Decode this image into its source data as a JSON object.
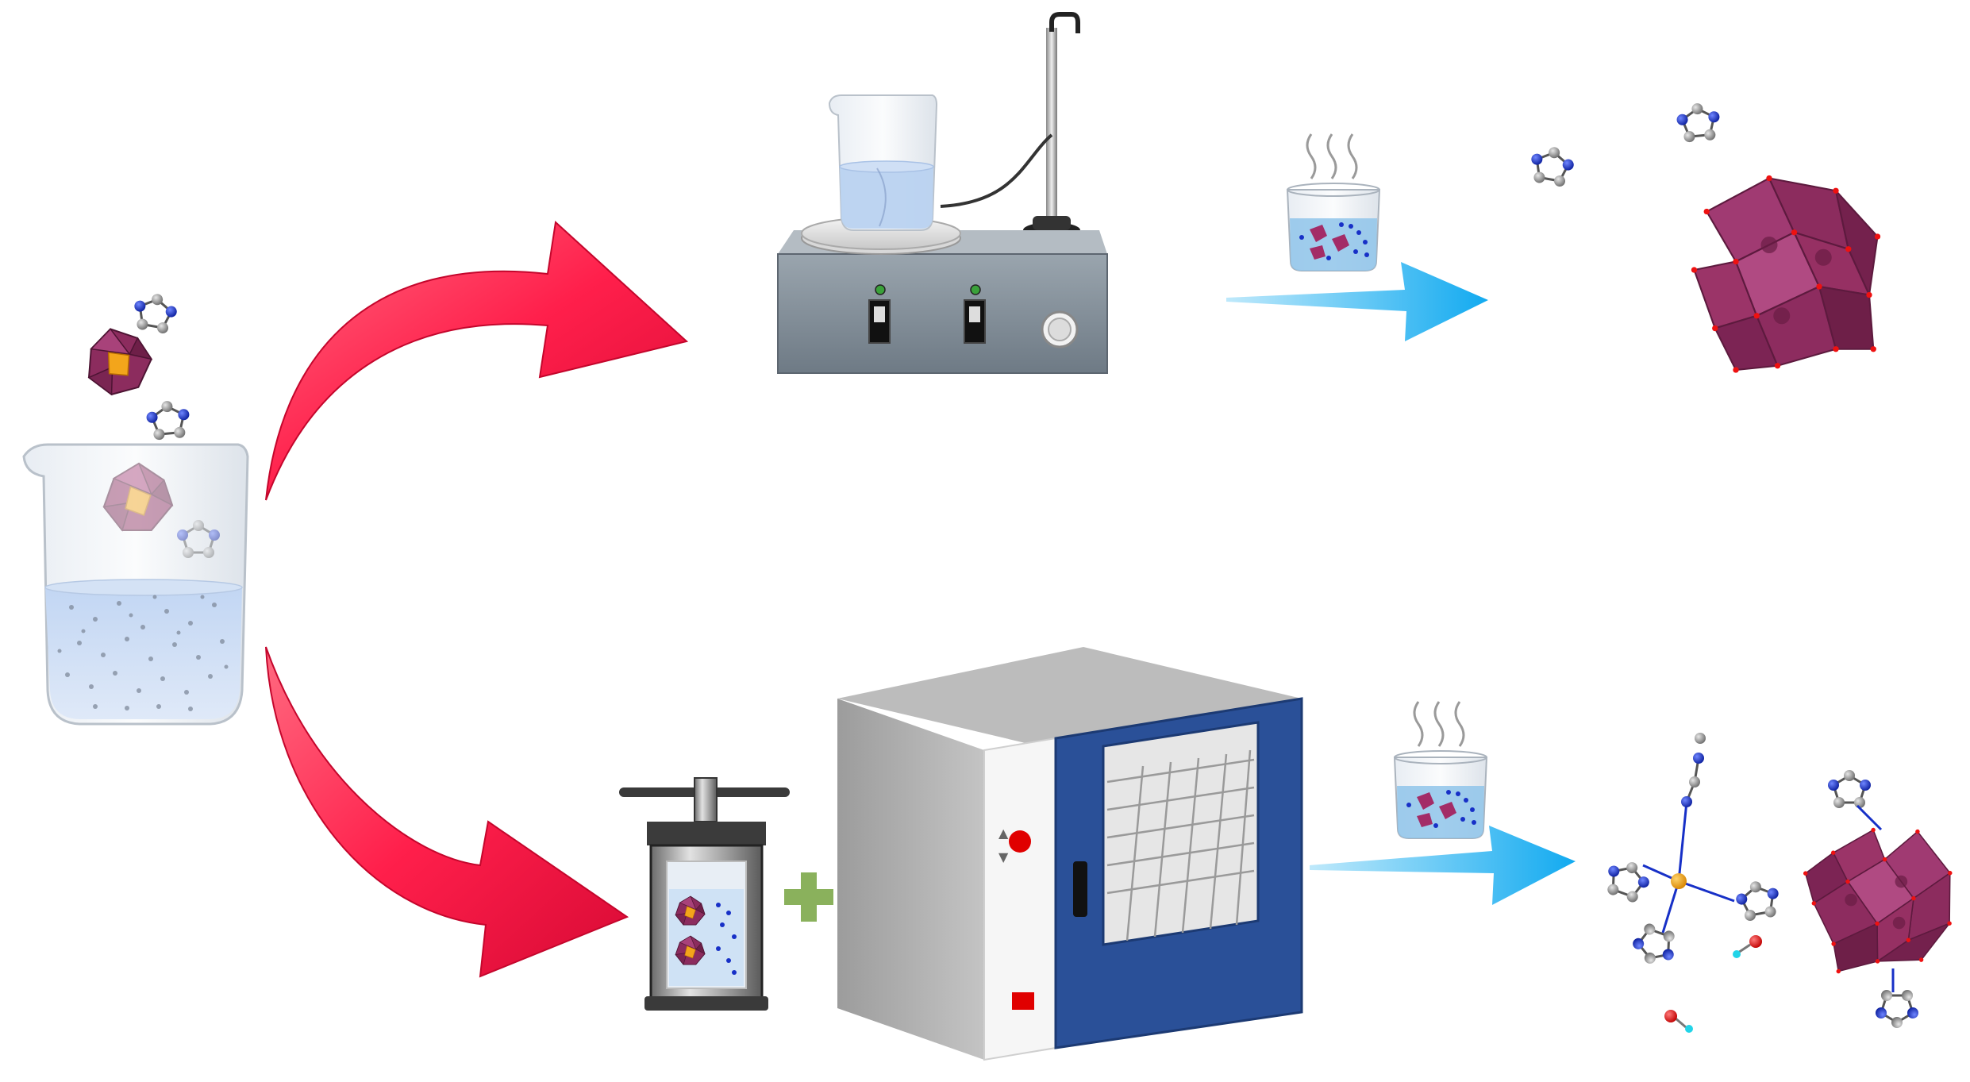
{
  "diagram": {
    "kind": "synthesis-scheme",
    "routes": [
      "stirring-route",
      "hydrothermal-route"
    ],
    "colors": {
      "curved_arrow": "#ff1f4b",
      "straight_arrow": "#1fb4ef",
      "polyoxometalate": "#8c2c5e",
      "heteroatom_core": "#f3a51b",
      "nitrogen_atom": "#1730c7",
      "carbon_atom": "#9a9a9a",
      "oxygen_atom": "#e01818",
      "hydrogen_atom": "#22d4e8",
      "oven_door": "#2a5098",
      "stirrer_body": "#7f8b96",
      "plus_sign": "#8ab15c"
    },
    "icons": [
      "beaker-with-reagents",
      "magnetic-stirrer",
      "autoclave",
      "drying-oven",
      "washing-beaker",
      "imidazole-molecule",
      "polyoxometalate-cluster",
      "coordination-complex",
      "water-molecule"
    ]
  }
}
